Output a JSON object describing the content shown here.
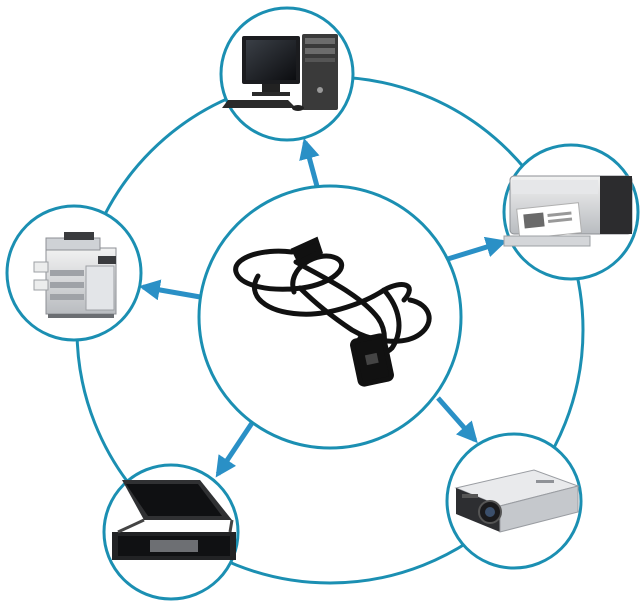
{
  "diagram": {
    "center": {
      "name": "power-cord",
      "icon": "power-cable-icon"
    },
    "devices": [
      {
        "name": "desktop-computer",
        "icon": "desktop-computer-icon"
      },
      {
        "name": "laser-printer",
        "icon": "printer-icon"
      },
      {
        "name": "projector",
        "icon": "projector-icon"
      },
      {
        "name": "flatbed-scanner",
        "icon": "scanner-icon"
      },
      {
        "name": "office-copier",
        "icon": "copier-icon"
      }
    ],
    "colors": {
      "ring": "#1b8fb2",
      "arrow": "#2a90c6",
      "background": "#ffffff"
    }
  }
}
